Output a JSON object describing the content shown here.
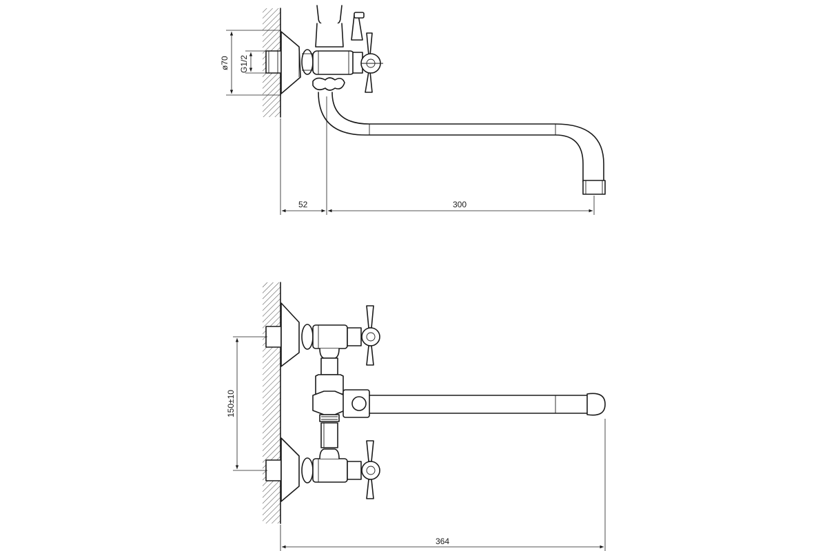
{
  "top_view": {
    "dimensions": {
      "diameter_label": "ø70",
      "thread_label": "G1/2",
      "offset_label": "52",
      "spout_label": "300"
    }
  },
  "front_view": {
    "dimensions": {
      "center_distance_label": "150±10",
      "overall_length_label": "364"
    }
  }
}
